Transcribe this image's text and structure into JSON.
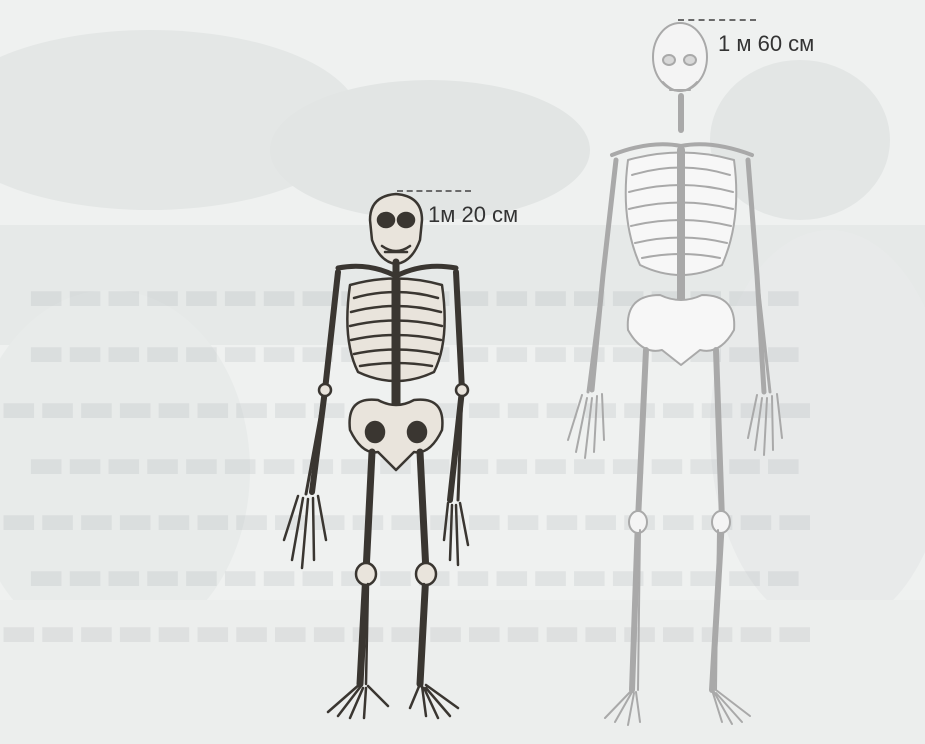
{
  "labels": {
    "australopithecus_height": "1м 20 см",
    "human_height": "1 м 60 см"
  },
  "figures": [
    {
      "name": "australopithecus-skeleton",
      "style": "dark, detailed engraving"
    },
    {
      "name": "human-skeleton",
      "style": "faded light-gray line drawing"
    }
  ],
  "colors": {
    "short_skeleton_stroke": "#3a3631",
    "short_skeleton_fill": "#e9e4dc",
    "tall_skeleton_stroke": "#a9a9a9",
    "tall_skeleton_fill": "#f2f2f2",
    "background": "#eef0ef"
  }
}
